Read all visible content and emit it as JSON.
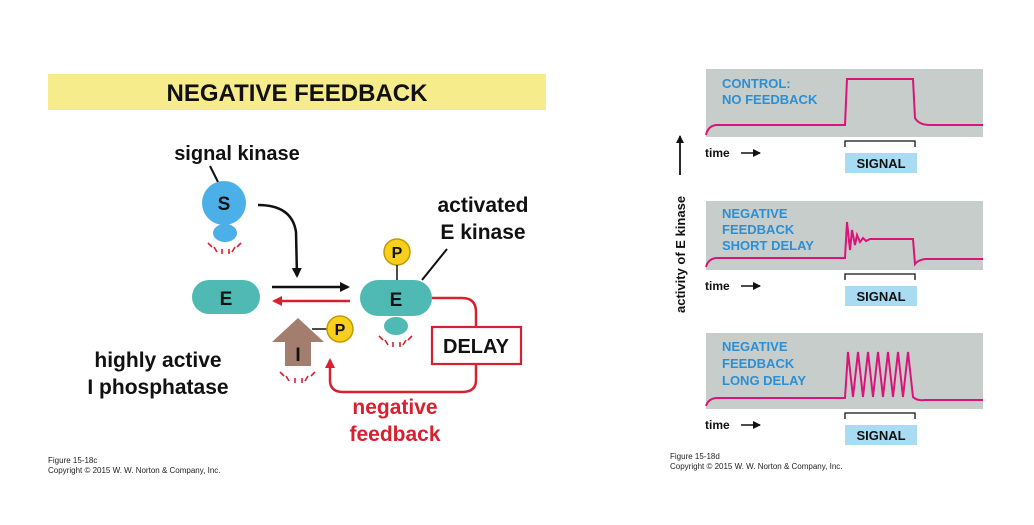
{
  "left": {
    "title": "NEGATIVE FEEDBACK",
    "signal_kinase_label": "signal kinase",
    "S_letter": "S",
    "E_letter": "E",
    "E_active_letter": "E",
    "P_letter": "P",
    "P2_letter": "P",
    "I_letter": "I",
    "activated_line1": "activated",
    "activated_line2": "E kinase",
    "phosphatase_line1": "highly active",
    "phosphatase_line2": "I phosphatase",
    "delay_label": "DELAY",
    "feedback_line1": "negative",
    "feedback_line2": "feedback",
    "caption_line1": "Figure 15-18c",
    "caption_line2": "Copyright © 2015 W. W. Norton & Company, Inc.",
    "colors": {
      "title_bar": "#f7ec8c",
      "teal": "#4fbab3",
      "blue_kinase": "#4bb0e8",
      "phosphate": "#f8cf1a",
      "brown": "#a37d6e",
      "red": "#d72030"
    }
  },
  "right": {
    "y_axis_label": "activity of E kinase",
    "panels": [
      {
        "title_lines": [
          "CONTROL:",
          "NO FEEDBACK"
        ],
        "time_label": "time",
        "signal_label": "SIGNAL"
      },
      {
        "title_lines": [
          "NEGATIVE",
          "FEEDBACK",
          "SHORT DELAY"
        ],
        "time_label": "time",
        "signal_label": "SIGNAL"
      },
      {
        "title_lines": [
          "NEGATIVE",
          "FEEDBACK",
          "LONG DELAY"
        ],
        "time_label": "time",
        "signal_label": "SIGNAL"
      }
    ],
    "caption_line1": "Figure 15-18d",
    "caption_line2": "Copyright © 2015 W. W. Norton & Company, Inc.",
    "colors": {
      "panel_bg": "#c7cdca",
      "trace": "#d9147a",
      "signal_box": "#a9dcf2",
      "label_blue": "#2b8fd6"
    }
  }
}
